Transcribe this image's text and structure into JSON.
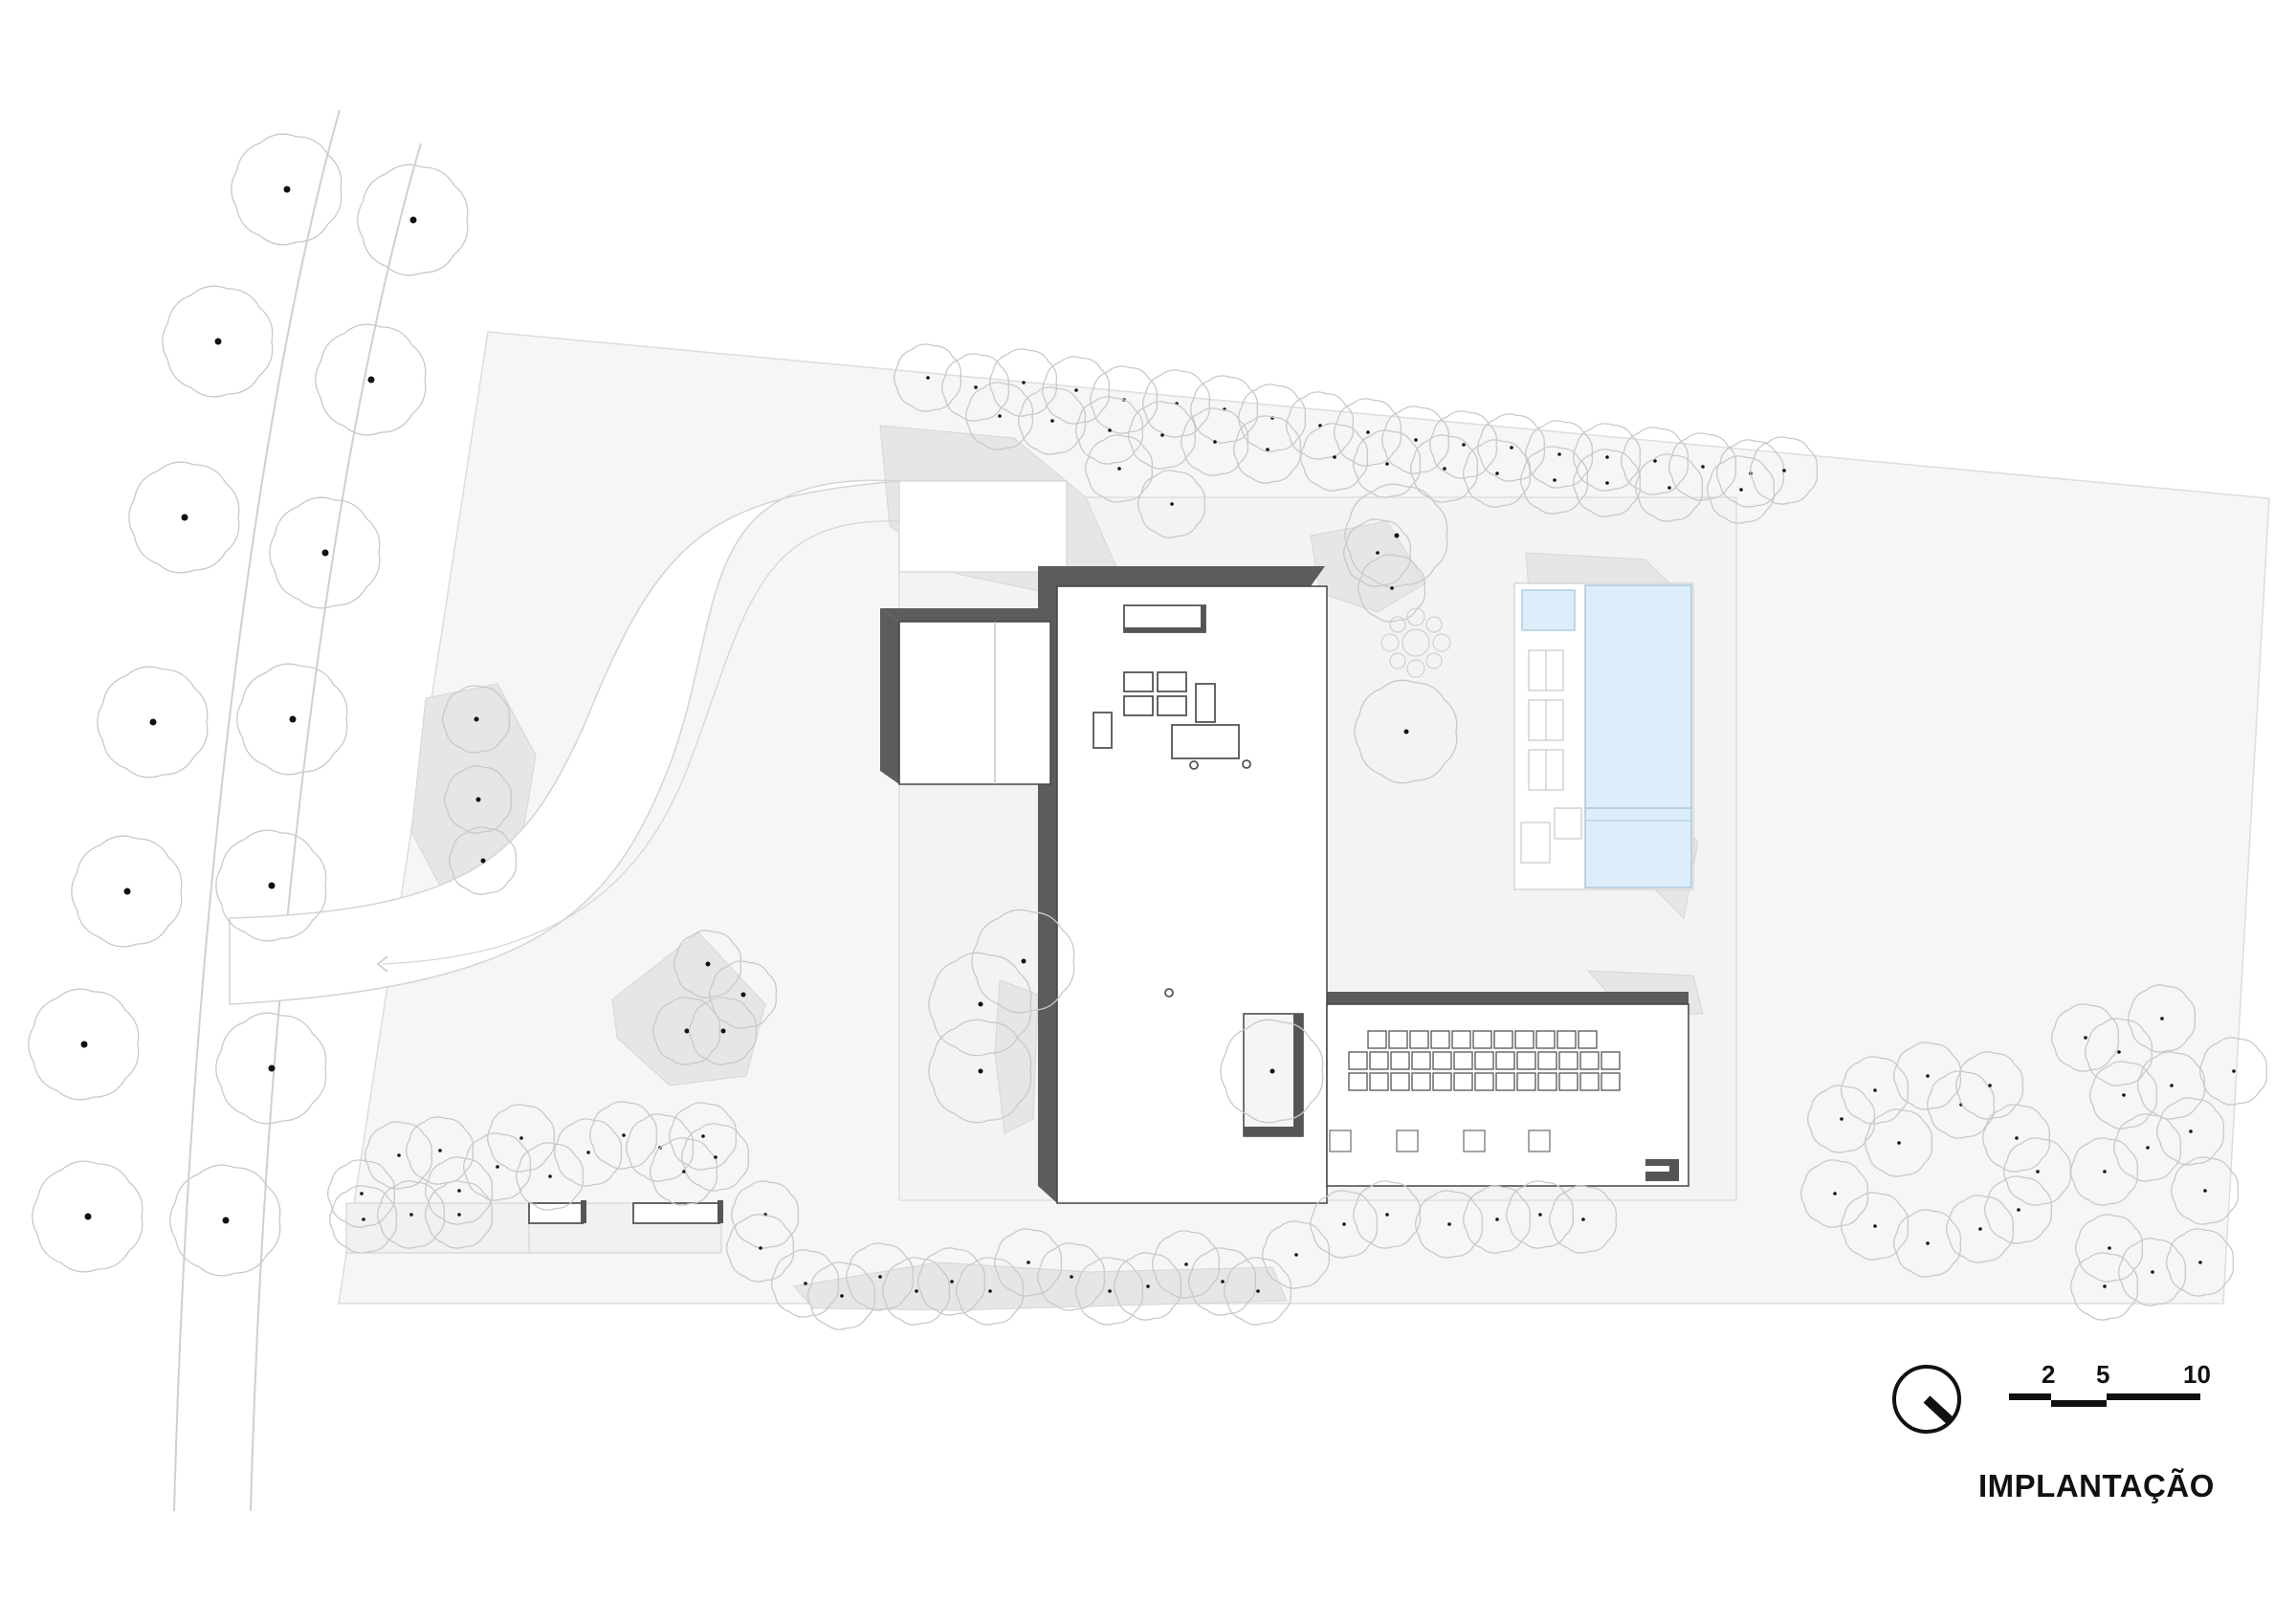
{
  "drawing": {
    "title": "IMPLANTAÇÃO",
    "scale_labels": [
      "2",
      "5",
      "10"
    ],
    "north_arrow": "north-arrow-icon",
    "pool_color": "#ddeefa",
    "building_shadow_color": "#5c5c5c",
    "site_color": "#f6f6f6",
    "vegetation_stroke": "#c9c9c9"
  }
}
